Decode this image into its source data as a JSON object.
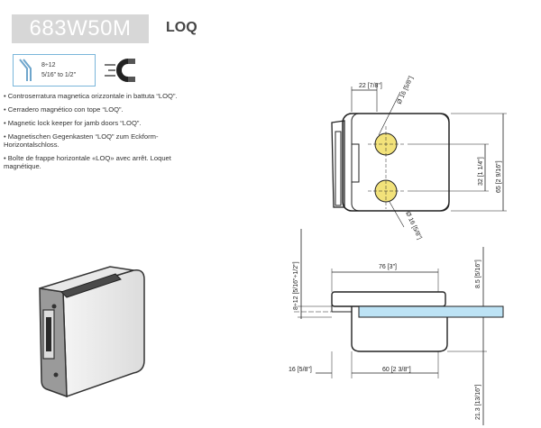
{
  "product": {
    "code": "683W50M",
    "series": "LOQ"
  },
  "spec": {
    "glass_range_mm": "8÷12",
    "glass_range_in": "5/16\" to 1/2\"",
    "icons": [
      "glass-angle-icon",
      "magnet-icon"
    ]
  },
  "descriptions": [
    "• Controserratura magnetica orizzontale in battuta “LOQ”.",
    "• Cerradero magnético con tope “LOQ”.",
    "• Magnetic lock keeper for jamb doors “LOQ”.",
    "• Magnetischen Gegenkasten “LOQ” zum Eckform-Horizontalschloss.",
    "• Boîte de frappe horizontale «LOQ» avec arrêt. Loquet magnétique."
  ],
  "dimensions": {
    "top_offset": "22 [7/8\"]",
    "hole_dia_top": "Ø 16 [5/8\"]",
    "hole_dia_bottom": "Ø 16 [5/8\"]",
    "hole_spacing": "32 [1 1/4\"]",
    "height": "65 [2 9/16\"]",
    "width": "76 [3\"]",
    "glass_thickness": "8÷12 [5/16\"÷1/2\"]",
    "top_thickness": "8.5 [5/16\"]",
    "left_offset": "16 [5/8\"]",
    "depth": "60 [2 3/8\"]",
    "bottom_thickness": "21.3 [13/16\"]"
  },
  "colors": {
    "code_bg": "#d7d7d7",
    "glass": "#bde3f5",
    "hole": "#f2e27a",
    "accent": "#7ab6da"
  }
}
